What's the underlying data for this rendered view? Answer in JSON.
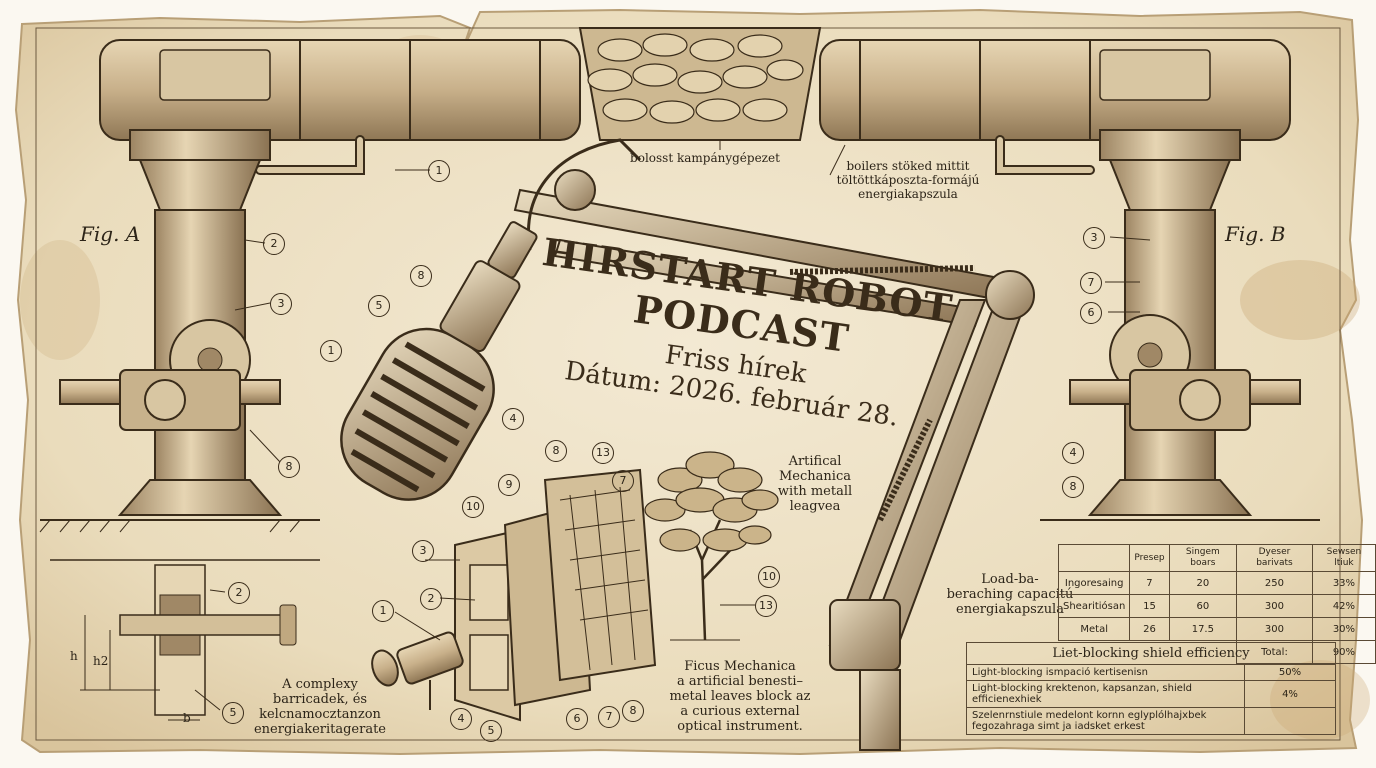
{
  "poster": {
    "title": "HIRSTART ROBOT PODCAST",
    "subtitle": "Friss hírek",
    "date": "Dátum: 2026. február 28."
  },
  "figures": {
    "fig_a": "Fig. A",
    "fig_b": "Fig. B"
  },
  "annotations": {
    "top_center": "bolosst kampánygépezet",
    "top_right": "boilers stöked mittit\ntöltöttkáposzta-formájú\nenergiakapszula",
    "tree": "Artifical\nMechanica\nwith metall\nleagvea",
    "load": "Load-ba-\nberaching capacitú\nenergiakapszula",
    "ficus": "Ficus Mechanica\na artificial benesti–\nmetal leaves block az\na curious external\noptical instrument.",
    "complex": "A complexy\nbarricadek, és\nkelcnamocztanzon\nenergiakeritagerate",
    "dim_h": "h",
    "dim_h2": "h2",
    "dim_b": "b"
  },
  "callouts": [
    "1",
    "2",
    "3",
    "8",
    "3",
    "7",
    "6",
    "4",
    "8",
    "8",
    "5",
    "1",
    "4",
    "2",
    "5",
    "3",
    "2",
    "1",
    "4",
    "5",
    "6",
    "7",
    "8",
    "9",
    "10",
    "8",
    "13",
    "7",
    "10",
    "13"
  ],
  "table1": {
    "headers": [
      "",
      "Presep",
      "Singem boars",
      "Dyeser barivats",
      "Sewsen ltiuk"
    ],
    "rows": [
      [
        "Ingoresaing",
        "7",
        "20",
        "250",
        "33%"
      ],
      [
        "Shearitiósan",
        "15",
        "60",
        "300",
        "42%"
      ],
      [
        "Metal",
        "26",
        "17.5",
        "300",
        "30%"
      ]
    ],
    "total_label": "Total:",
    "total_value": "90%"
  },
  "table2": {
    "title": "Liet-blocking shield efficiency",
    "rows": [
      [
        "Light-blocking ismpació kertisenisn",
        "50%"
      ],
      [
        "Light-blocking krektenon, kapsanzan, shield efficienexhiek",
        "4%"
      ],
      [
        "Szelenrnstiule medelont kornn eglyplólhajxbek fegozahraga simt ja iadsket erkest",
        ""
      ]
    ]
  },
  "colors": {
    "paper": "#efe3c8",
    "ink": "#3a2c1a",
    "shade": "#c9b48f"
  }
}
